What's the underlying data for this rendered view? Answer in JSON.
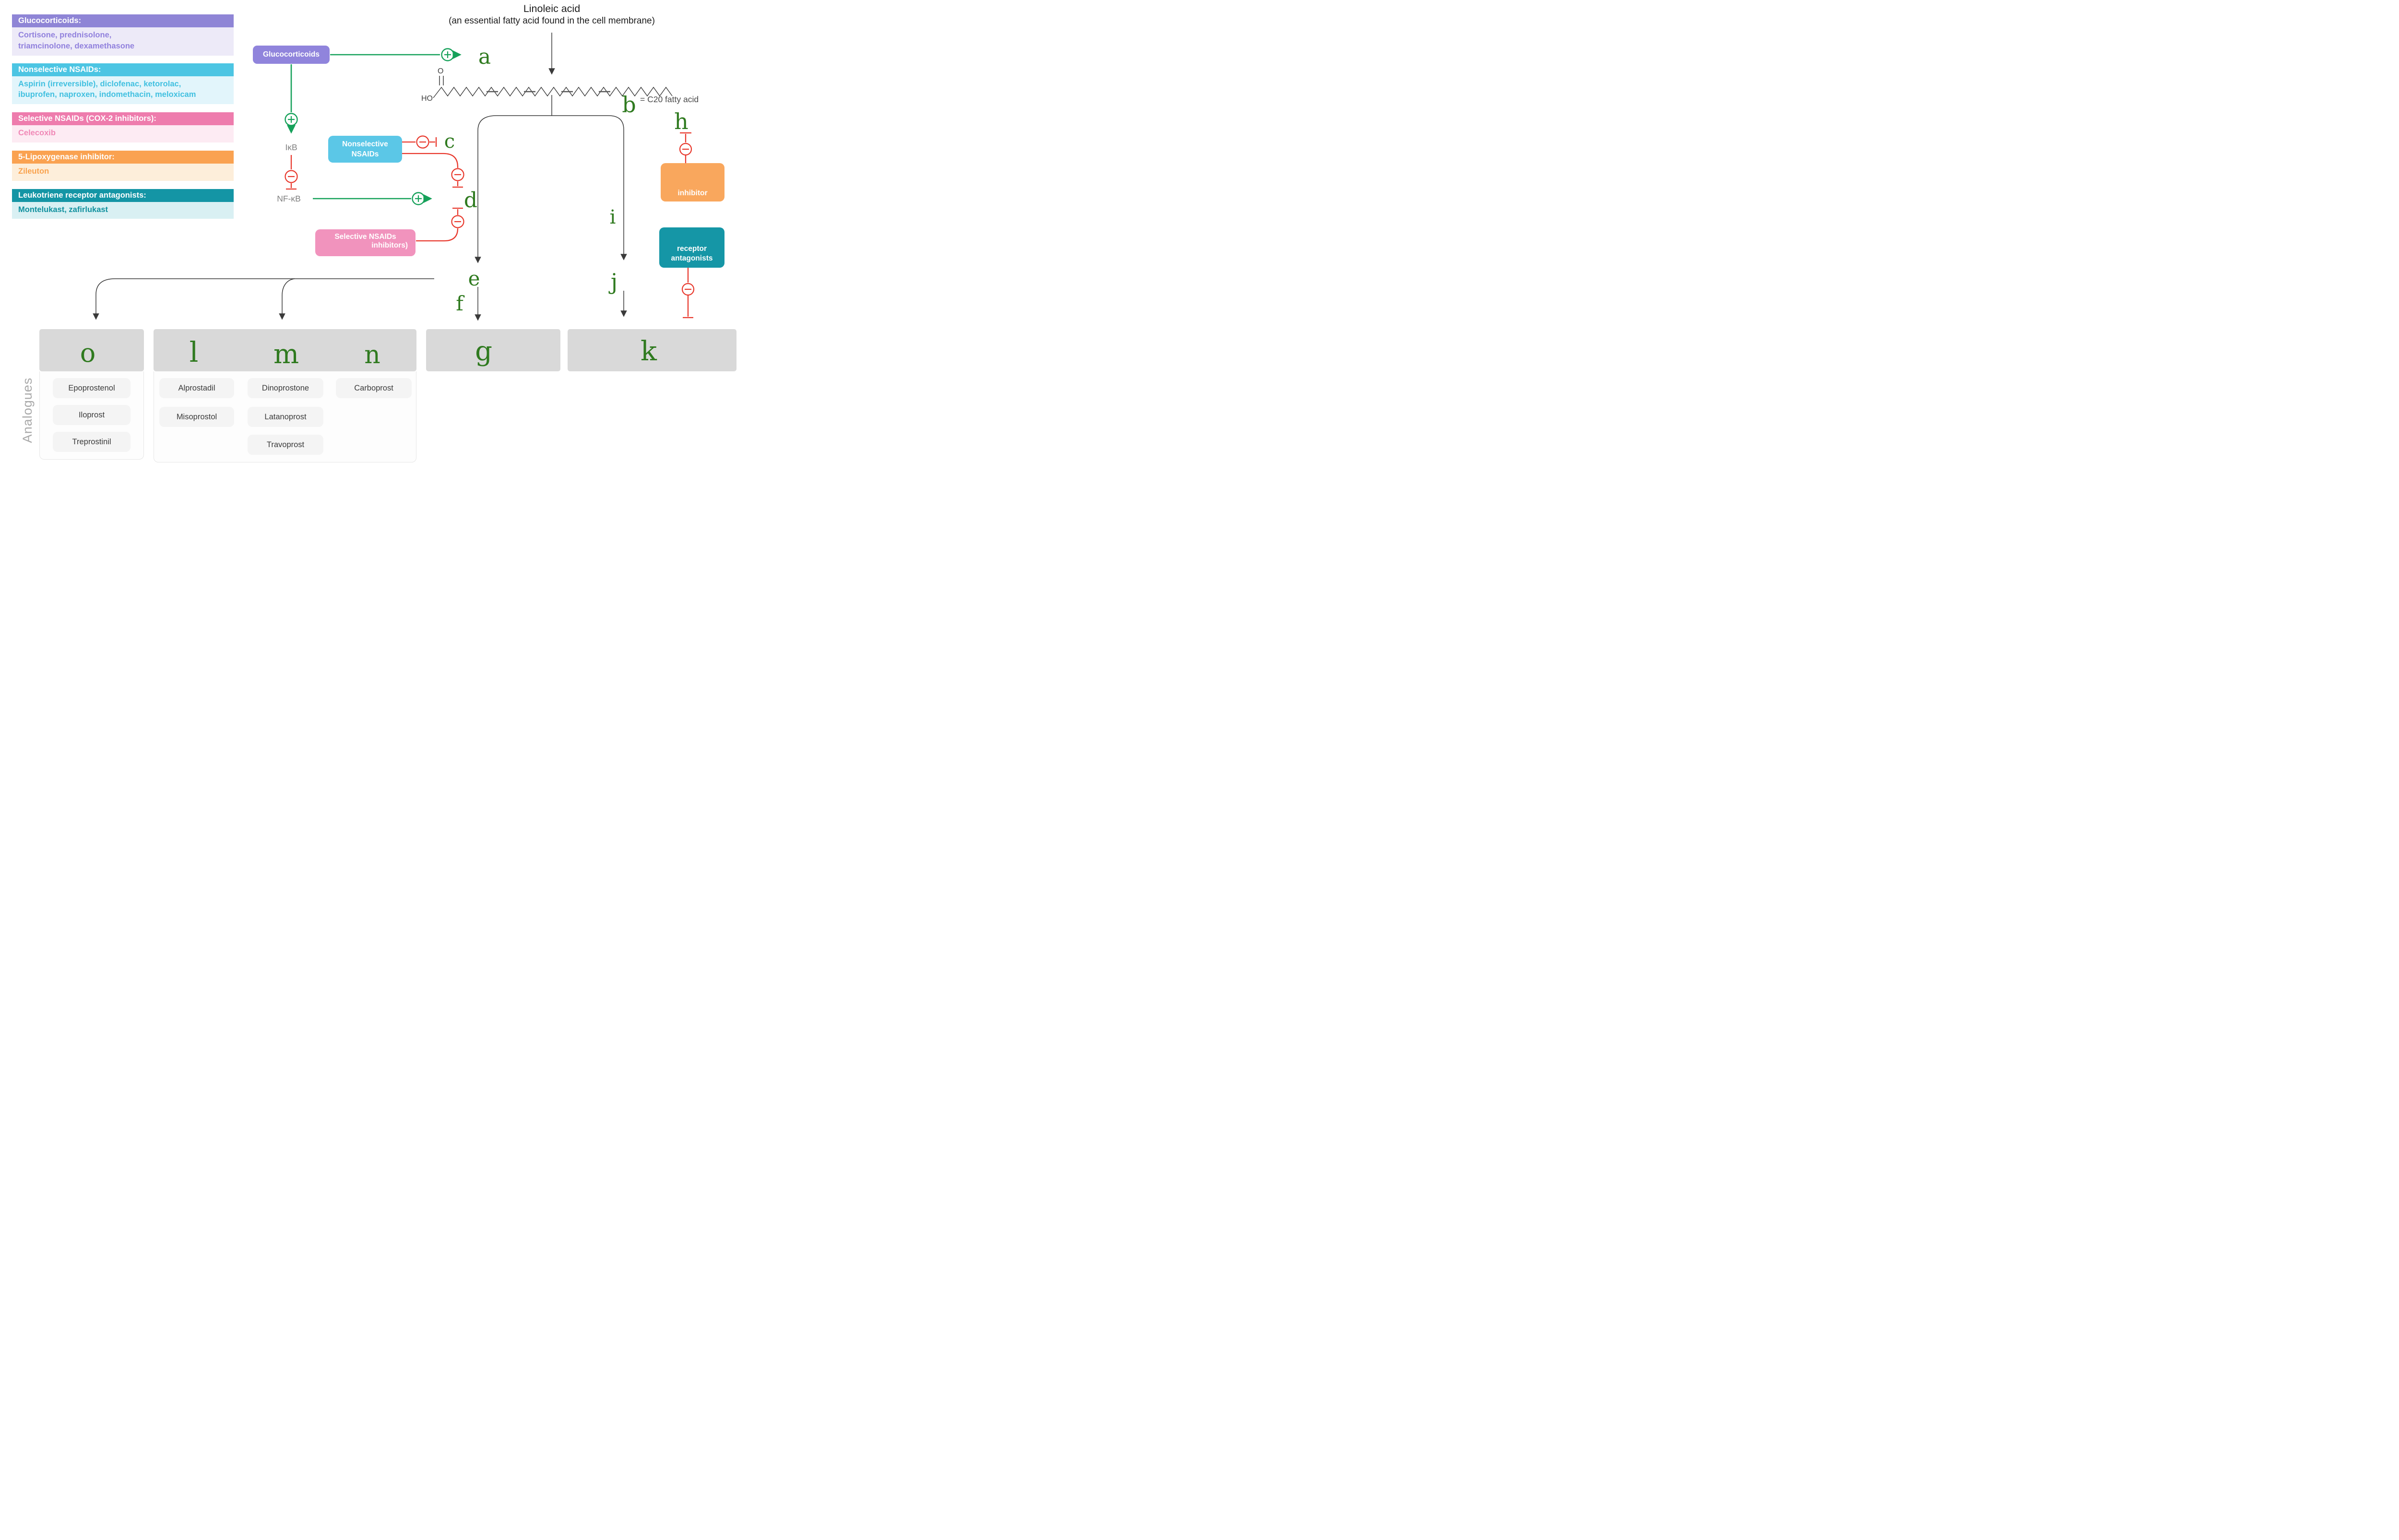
{
  "legend": {
    "items": [
      {
        "title": "Glucocorticoids:",
        "drugs": "Cortisone, prednisolone,\ntriamcinolone, dexamethasone",
        "header_color": "#8f85d6",
        "body_bg": "#edeaf8",
        "text_color": "#9181dd"
      },
      {
        "title": "Nonselective NSAIDs:",
        "drugs": "Aspirin (irreversible), diclofenac, ketorolac,\nibuprofen, naproxen, indomethacin, meloxicam",
        "header_color": "#4cc5e3",
        "body_bg": "#e2f5fb",
        "text_color": "#41c0e0"
      },
      {
        "title": "Selective NSAIDs (COX-2 inhibitors):",
        "drugs": "Celecoxib",
        "header_color": "#ee7cad",
        "body_bg": "#fdebf3",
        "text_color": "#f088b6"
      },
      {
        "title": "5-Lipoxygenase inhibitor:",
        "drugs": "Zileuton",
        "header_color": "#faa251",
        "body_bg": "#fdeeda",
        "text_color": "#f9a24d"
      },
      {
        "title": "Leukotriene receptor antagonists:",
        "drugs": "Montelukast, zafirlukast",
        "header_color": "#1495a5",
        "body_bg": "#d9f0f3",
        "text_color": "#11919f"
      }
    ]
  },
  "pathway": {
    "title": "Linoleic acid",
    "subtitle": "(an essential fatty acid found in the cell membrane)",
    "c20_note": "= C20 fatty acid",
    "ho_label": "HO",
    "o_label": "O",
    "glucocorticoids_box": "Glucocorticoids",
    "ikb_label": "IκB",
    "nfkb_label": "NF-κB",
    "nonselective_line1": "Nonselective",
    "nonselective_line2": "NSAIDs",
    "selective_line1": "Selective NSAIDs",
    "selective_line2": "inhibitors)",
    "inhibitor_box": "inhibitor",
    "receptor_line1": "receptor",
    "receptor_line2": "antagonists",
    "letters": {
      "a": "a",
      "b": "b",
      "c": "c",
      "d": "d",
      "e": "e",
      "f": "f",
      "g": "g",
      "h": "h",
      "i": "i",
      "j": "j",
      "k": "k",
      "l": "l",
      "m": "m",
      "n": "n",
      "o": "o"
    }
  },
  "analogues": {
    "side_label": "Analogues",
    "columns": {
      "o": [
        "Epoprostenol",
        "Iloprost",
        "Treprostinil"
      ],
      "l": [
        "Alprostadil",
        "Misoprostol"
      ],
      "m": [
        "Dinoprostone",
        "Latanoprost",
        "Travoprost"
      ],
      "n": [
        "Carboprost"
      ]
    }
  },
  "colors": {
    "letter_green": "#2f7a1f",
    "arrow_green": "#16a15a",
    "inhibit_red": "#e8382c",
    "line_black": "#3a3a3a",
    "group_gray": "#d9d9d9"
  }
}
